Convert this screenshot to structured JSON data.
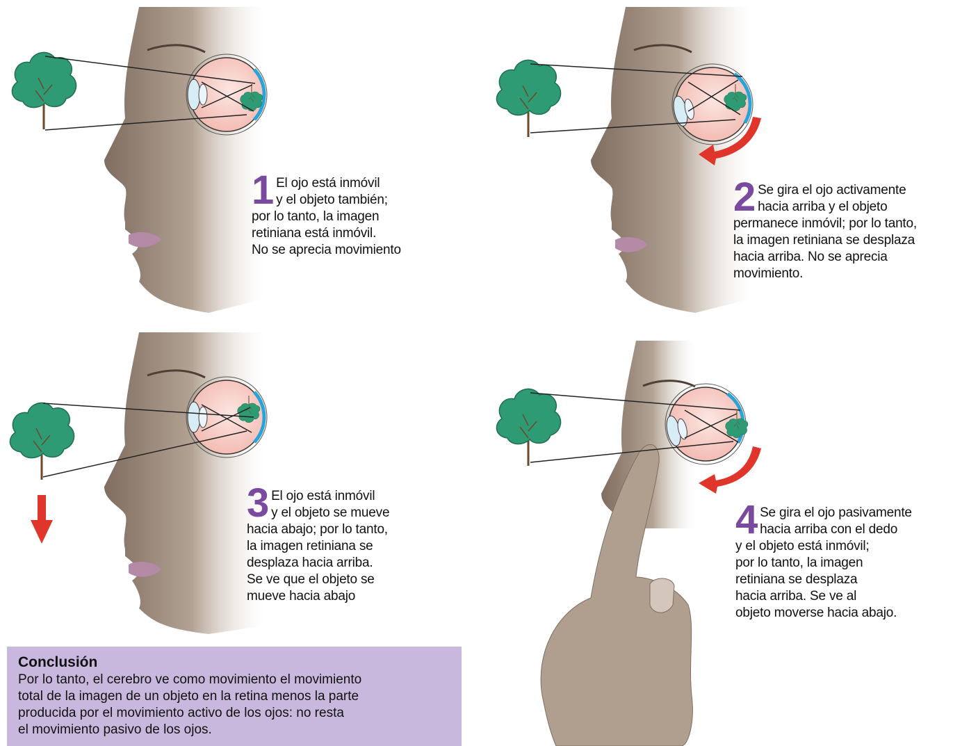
{
  "panels": [
    {
      "number": "1",
      "lines": [
        "El ojo está inmóvil",
        "y el objeto también;",
        "por lo tanto, la imagen",
        "retiniana está inmóvil.",
        "No se aprecia movimiento"
      ]
    },
    {
      "number": "2",
      "lines": [
        "Se gira el ojo activamente",
        "hacia arriba y el objeto",
        "permanece inmóvil; por lo tanto,",
        "la imagen retiniana se desplaza",
        "hacia arriba. No se aprecia",
        "movimiento."
      ]
    },
    {
      "number": "3",
      "lines": [
        "El ojo está inmóvil",
        "y el objeto se mueve",
        "hacia abajo; por lo tanto,",
        "la imagen retiniana se",
        "desplaza hacia arriba.",
        "Se ve que el objeto se",
        "mueve hacia abajo"
      ]
    },
    {
      "number": "4",
      "lines": [
        "Se gira el ojo pasivamente",
        "hacia arriba con el dedo",
        "y el objeto está inmóvil;",
        "por lo tanto, la imagen",
        "retiniana se desplaza",
        "hacia arriba. Se ve al",
        "objeto moverse hacia abajo."
      ]
    }
  ],
  "conclusion": {
    "title": "Conclusión",
    "lines": [
      "Por lo tanto, el cerebro ve como movimiento el movimiento",
      "total de la imagen de un objeto en la retina menos la parte",
      "producida por el movimiento activo de los ojos: no resta",
      "el movimiento pasivo de los ojos."
    ]
  },
  "colors": {
    "accent": "#7a4aa0",
    "conclusion_bg": "#c9b8dd",
    "arrow": "#e0352b",
    "tree": "#2e9b74",
    "retina": "#2aa4d8",
    "skin": "#9c8a7a"
  }
}
